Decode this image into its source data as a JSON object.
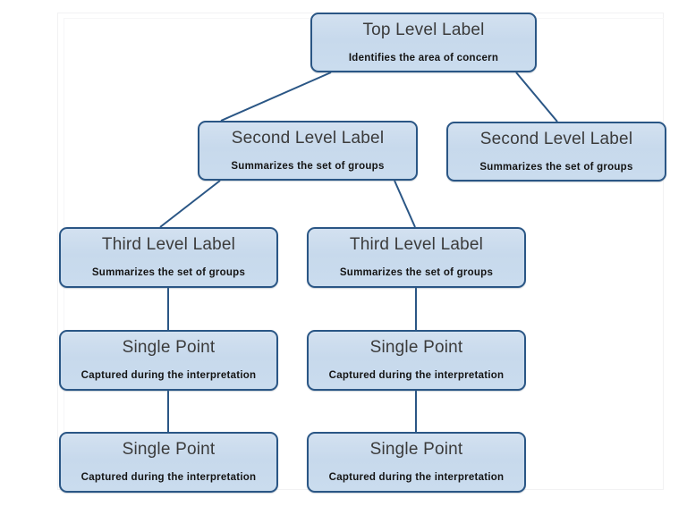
{
  "diagram": {
    "nodes": [
      {
        "id": "top",
        "title": "Top Level Label",
        "subtitle": "Identifies the area of concern"
      },
      {
        "id": "second-left",
        "title": "Second Level Label",
        "subtitle": "Summarizes the set of groups"
      },
      {
        "id": "second-right",
        "title": "Second Level Label",
        "subtitle": "Summarizes the set of groups"
      },
      {
        "id": "third-left",
        "title": "Third Level Label",
        "subtitle": "Summarizes the set of groups"
      },
      {
        "id": "third-right",
        "title": "Third Level Label",
        "subtitle": "Summarizes the set of groups"
      },
      {
        "id": "point-1",
        "title": "Single Point",
        "subtitle": "Captured during the interpretation"
      },
      {
        "id": "point-2",
        "title": "Single Point",
        "subtitle": "Captured during the interpretation"
      },
      {
        "id": "point-3",
        "title": "Single Point",
        "subtitle": "Captured during the interpretation"
      },
      {
        "id": "point-4",
        "title": "Single Point",
        "subtitle": "Captured during the interpretation"
      }
    ],
    "colors": {
      "node_fill": "#cadcee",
      "node_border": "#2a5685",
      "connector": "#2a5685",
      "title_text": "#3b3b3b",
      "subtitle_text": "#141414",
      "frame_border": "#f2f2f3",
      "background": "#ffffff"
    }
  }
}
